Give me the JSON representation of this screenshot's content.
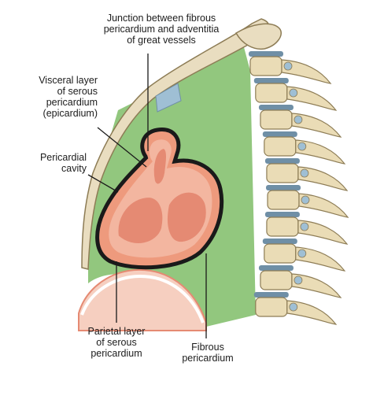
{
  "labels": {
    "junction": {
      "lines": [
        "Junction between fibrous",
        "pericardium and adventitia",
        "of great vessels"
      ]
    },
    "visceral": {
      "lines": [
        "Visceral layer",
        "of serous",
        "pericardium",
        "(epicardium)"
      ]
    },
    "cavity": {
      "lines": [
        "Pericardial",
        "cavity"
      ]
    },
    "parietal": {
      "lines": [
        "Parietal layer",
        "of serous",
        "pericardium"
      ]
    },
    "fibrous": {
      "lines": [
        "Fibrous",
        "pericardium"
      ]
    }
  },
  "colors": {
    "mediastinum": "#92c77e",
    "sternum": "#e9ddc0",
    "bone_outline": "#8d7c55",
    "vertebra": "#eadcb6",
    "disc": "#6f8fa6",
    "heart_outer": "#ee9a7d",
    "heart_inner": "#f3b6a0",
    "chamber": "#e58a73",
    "dark_layer": "#1a1a1a",
    "diaphragm": "#f6cfc0",
    "leader": "#1a1a1a"
  }
}
